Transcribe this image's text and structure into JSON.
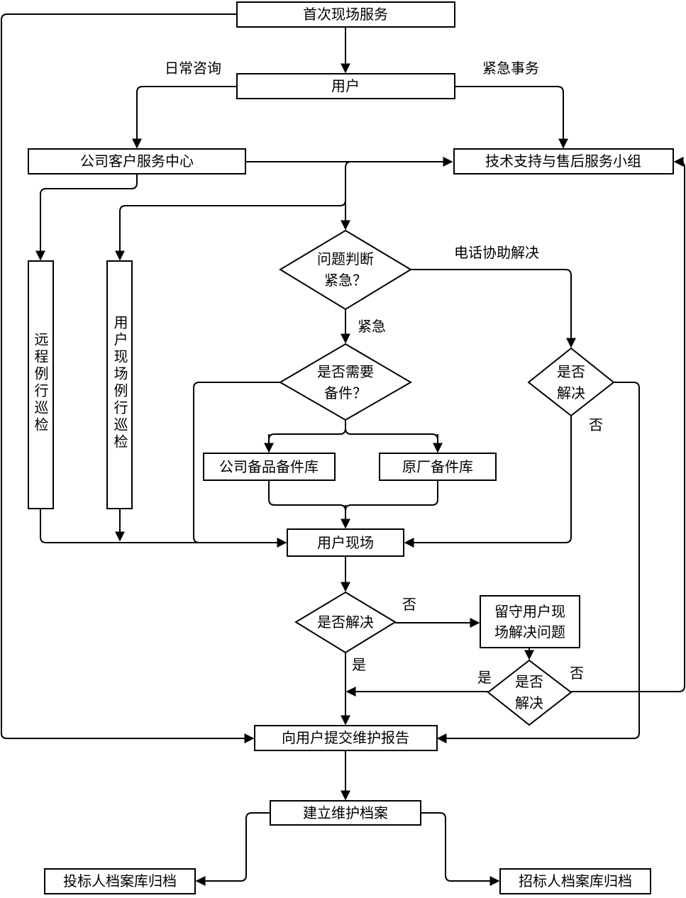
{
  "nodes": {
    "first_service": "首次现场服务",
    "user": "用户",
    "service_center": "公司客户服务中心",
    "tech_support": "技术支持与售后服务小组",
    "remote_patrol": "远程例行巡检",
    "onsite_patrol": "用户现场例行巡检",
    "urgent_decision": [
      "问题判断",
      "紧急？"
    ],
    "spare_decision": [
      "是否需要",
      "备件？"
    ],
    "phone_resolved": [
      "是否",
      "解决"
    ],
    "company_spares": "公司备品备件库",
    "factory_spares": "原厂备件库",
    "user_site": "用户现场",
    "site_resolved": "是否解决",
    "stay_onsite": [
      "留守用户现",
      "场解决问题"
    ],
    "stay_resolved": [
      "是否",
      "解决"
    ],
    "report": "向用户提交维护报告",
    "archive": "建立维护档案",
    "bidder_archive": "投标人档案库归档",
    "tenderer_archive": "招标人档案库归档"
  },
  "labels": {
    "daily_consult": "日常咨询",
    "urgent_matter": "紧急事务",
    "phone_help": "电话协助解决",
    "urgent": "紧急",
    "no_1": "否",
    "no_2": "否",
    "yes_1": "是",
    "yes_2": "是",
    "no_3": "否"
  }
}
